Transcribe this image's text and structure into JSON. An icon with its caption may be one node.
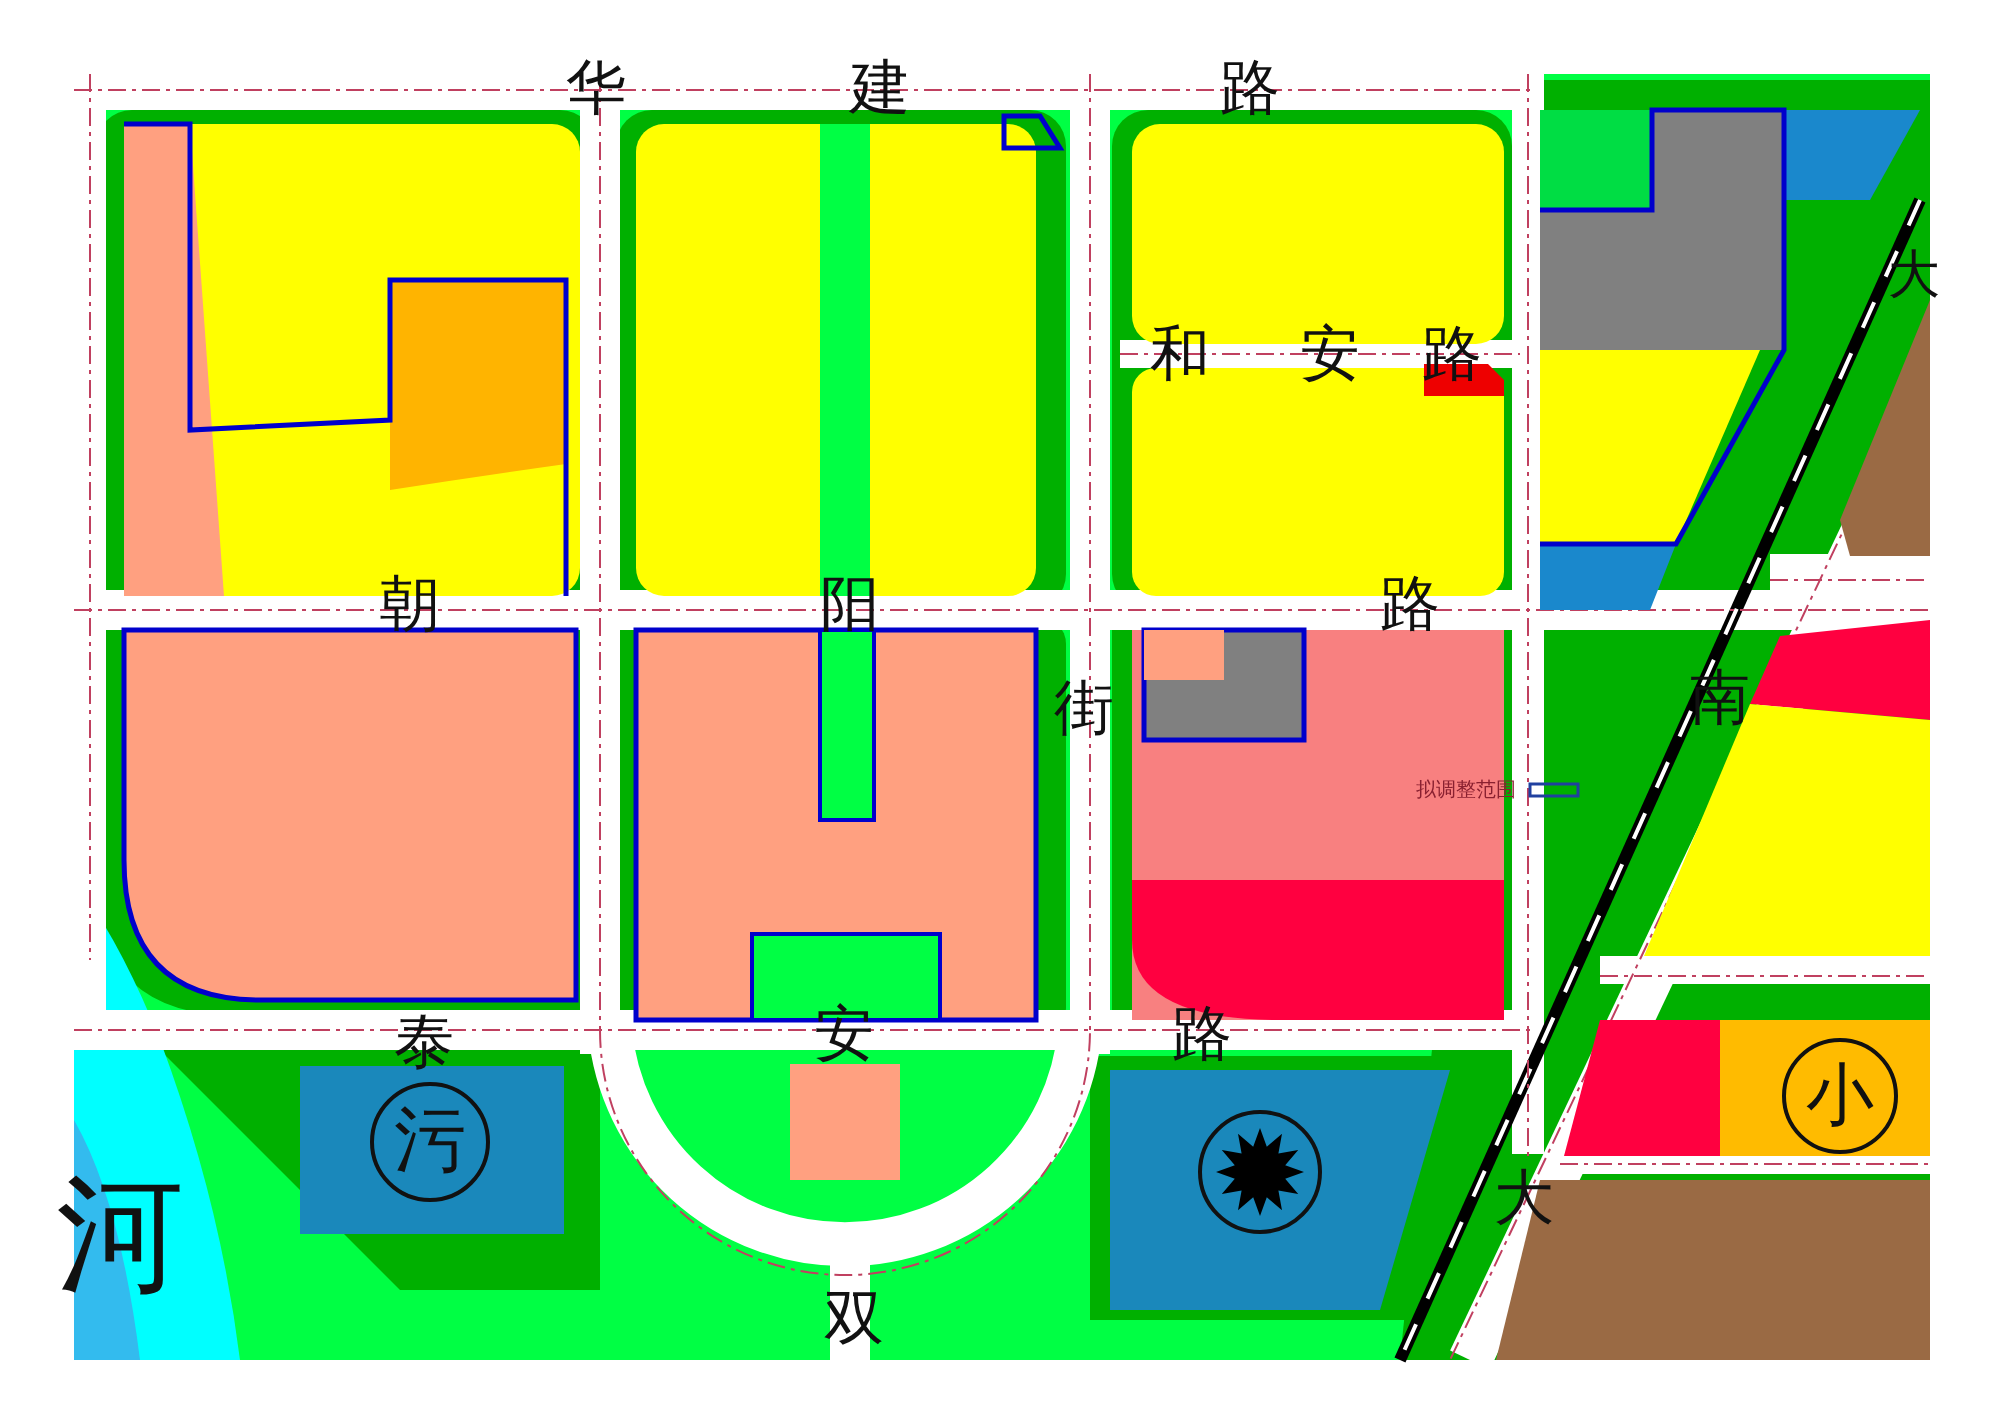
{
  "diagram": {
    "nodes": [
      {
        "text": [
          "污"
        ]
      },
      {
        "text": [],
        "shape": "circle"
      },
      {
        "text": [
          "小"
        ]
      }
    ],
    "labels": [
      "华",
      "建",
      "路",
      "大",
      "和",
      "安",
      "路",
      "朝",
      "阳",
      "路",
      "街",
      "南",
      "拟调整范围",
      "泰",
      "安",
      "路",
      "大",
      "河",
      "双"
    ]
  }
}
